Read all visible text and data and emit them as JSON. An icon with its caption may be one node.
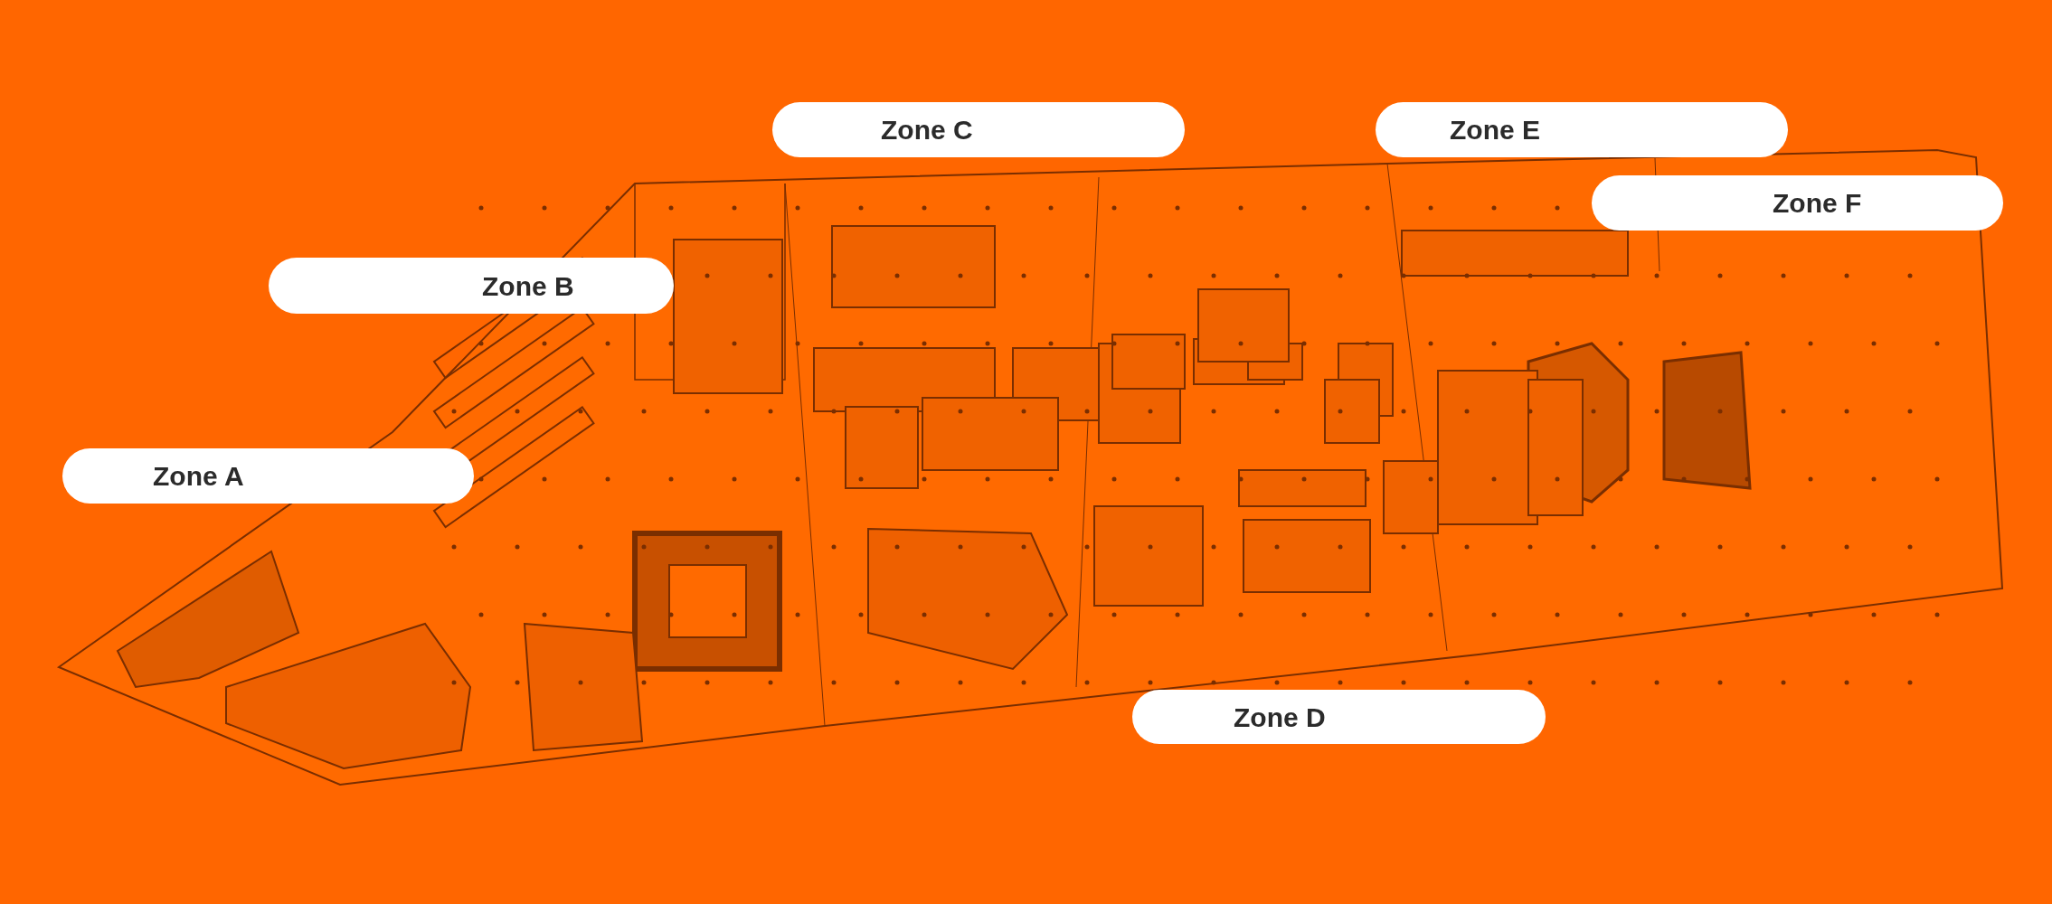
{
  "diagram": {
    "nodes": [
      {
        "text": [
          "Zone C"
        ]
      },
      {
        "text": [
          "Zone E"
        ]
      },
      {
        "text": [
          "Zone F"
        ]
      },
      {
        "text": [
          "Zone B"
        ]
      },
      {
        "text": [
          "Zone A"
        ]
      },
      {
        "text": [
          "Zone D"
        ]
      }
    ]
  }
}
